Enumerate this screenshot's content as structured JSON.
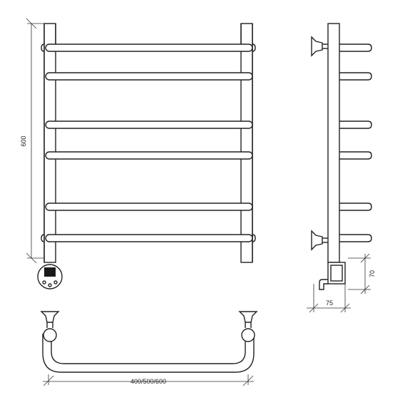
{
  "dimensions": {
    "height_label": "600",
    "width_label": "400/500/600",
    "depth_label": "75",
    "heater_height_label": "70"
  },
  "colors": {
    "line": "#222222",
    "background": "#ffffff",
    "control_dark": "#1a1a1a"
  }
}
